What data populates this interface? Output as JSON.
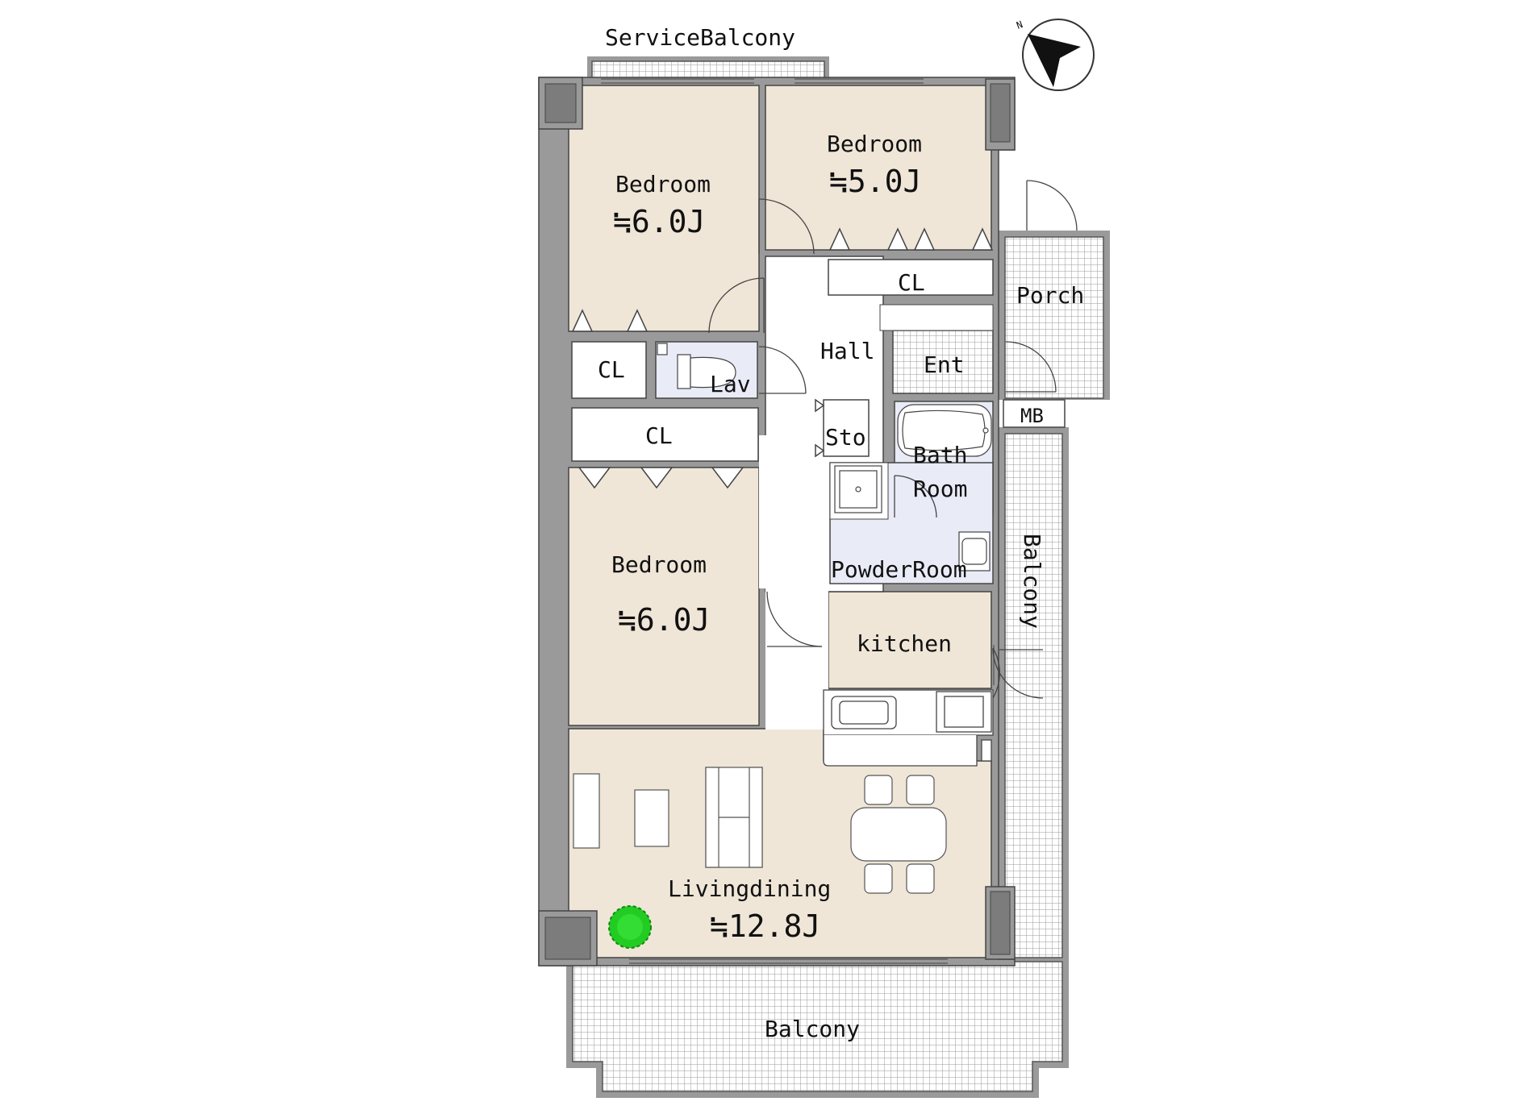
{
  "plan": {
    "labels": {
      "service_balcony": "ServiceBalcony",
      "bedroom_nw": "Bedroom",
      "bedroom_nw_area": "≒6.0J",
      "bedroom_ne": "Bedroom",
      "bedroom_ne_area": "≒5.0J",
      "bedroom_w": "Bedroom",
      "bedroom_w_area": "≒6.0J",
      "cl_ne": "CL",
      "cl_small": "CL",
      "cl_long": "CL",
      "lav": "Lav",
      "hall": "Hall",
      "ent": "Ent",
      "porch": "Porch",
      "mb": "MB",
      "sto": "Sto",
      "bath_1": "Bath",
      "bath_2": "Room",
      "powder_room": "PowderRoom",
      "kitchen": "kitchen",
      "balcony_east": "Balcony",
      "living": "Livingdining",
      "living_area": "≒12.8J",
      "balcony_south": "Balcony"
    },
    "colors": {
      "room_fill": "#efe6d8",
      "wet_fill": "#e9ebf6",
      "wall": "#8c8c8c",
      "outline": "#444444",
      "grid_line": "#9a9a9a",
      "plant": "#22cc22"
    },
    "compass": {
      "letter": "N"
    }
  }
}
